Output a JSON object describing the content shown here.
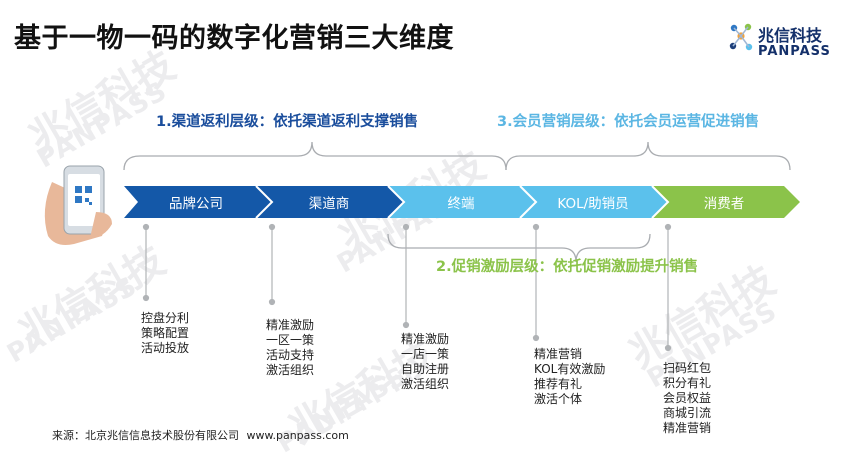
{
  "title": "基于一物一码的数字化营销三大维度",
  "logo": {
    "cn": "兆信科技",
    "en": "PANPASS"
  },
  "watermark": {
    "cn": "兆信科技",
    "en": "PANPASS"
  },
  "layers": {
    "channel": "1.渠道返利层级：依托渠道返利支撑销售",
    "member": "3.会员营销层级：依托会员运营促进销售",
    "promotion": "2.促销激励层级：依托促销激励提升销售"
  },
  "stages": [
    {
      "label": "品牌公司",
      "color": "#1458a8"
    },
    {
      "label": "渠道商",
      "color": "#1458a8"
    },
    {
      "label": "终端",
      "color": "#5bc1ec"
    },
    {
      "label": "KOL/助销员",
      "color": "#5bc1ec"
    },
    {
      "label": "消费者",
      "color": "#8bc34a"
    }
  ],
  "notes": [
    [
      "控盘分利",
      "策略配置",
      "活动投放"
    ],
    [
      "精准激励",
      "一区一策",
      "活动支持",
      "激活组织"
    ],
    [
      "精准激励",
      "一店一策",
      "自助注册",
      "激活组织"
    ],
    [
      "精准营销",
      "KOL有效激励",
      "推荐有礼",
      "激活个体"
    ],
    [
      "扫码红包",
      "积分有礼",
      "会员权益",
      "商城引流",
      "精准营销"
    ]
  ],
  "source": {
    "label": "来源：北京兆信信息技术股份有限公司",
    "url": "www.panpass.com"
  }
}
